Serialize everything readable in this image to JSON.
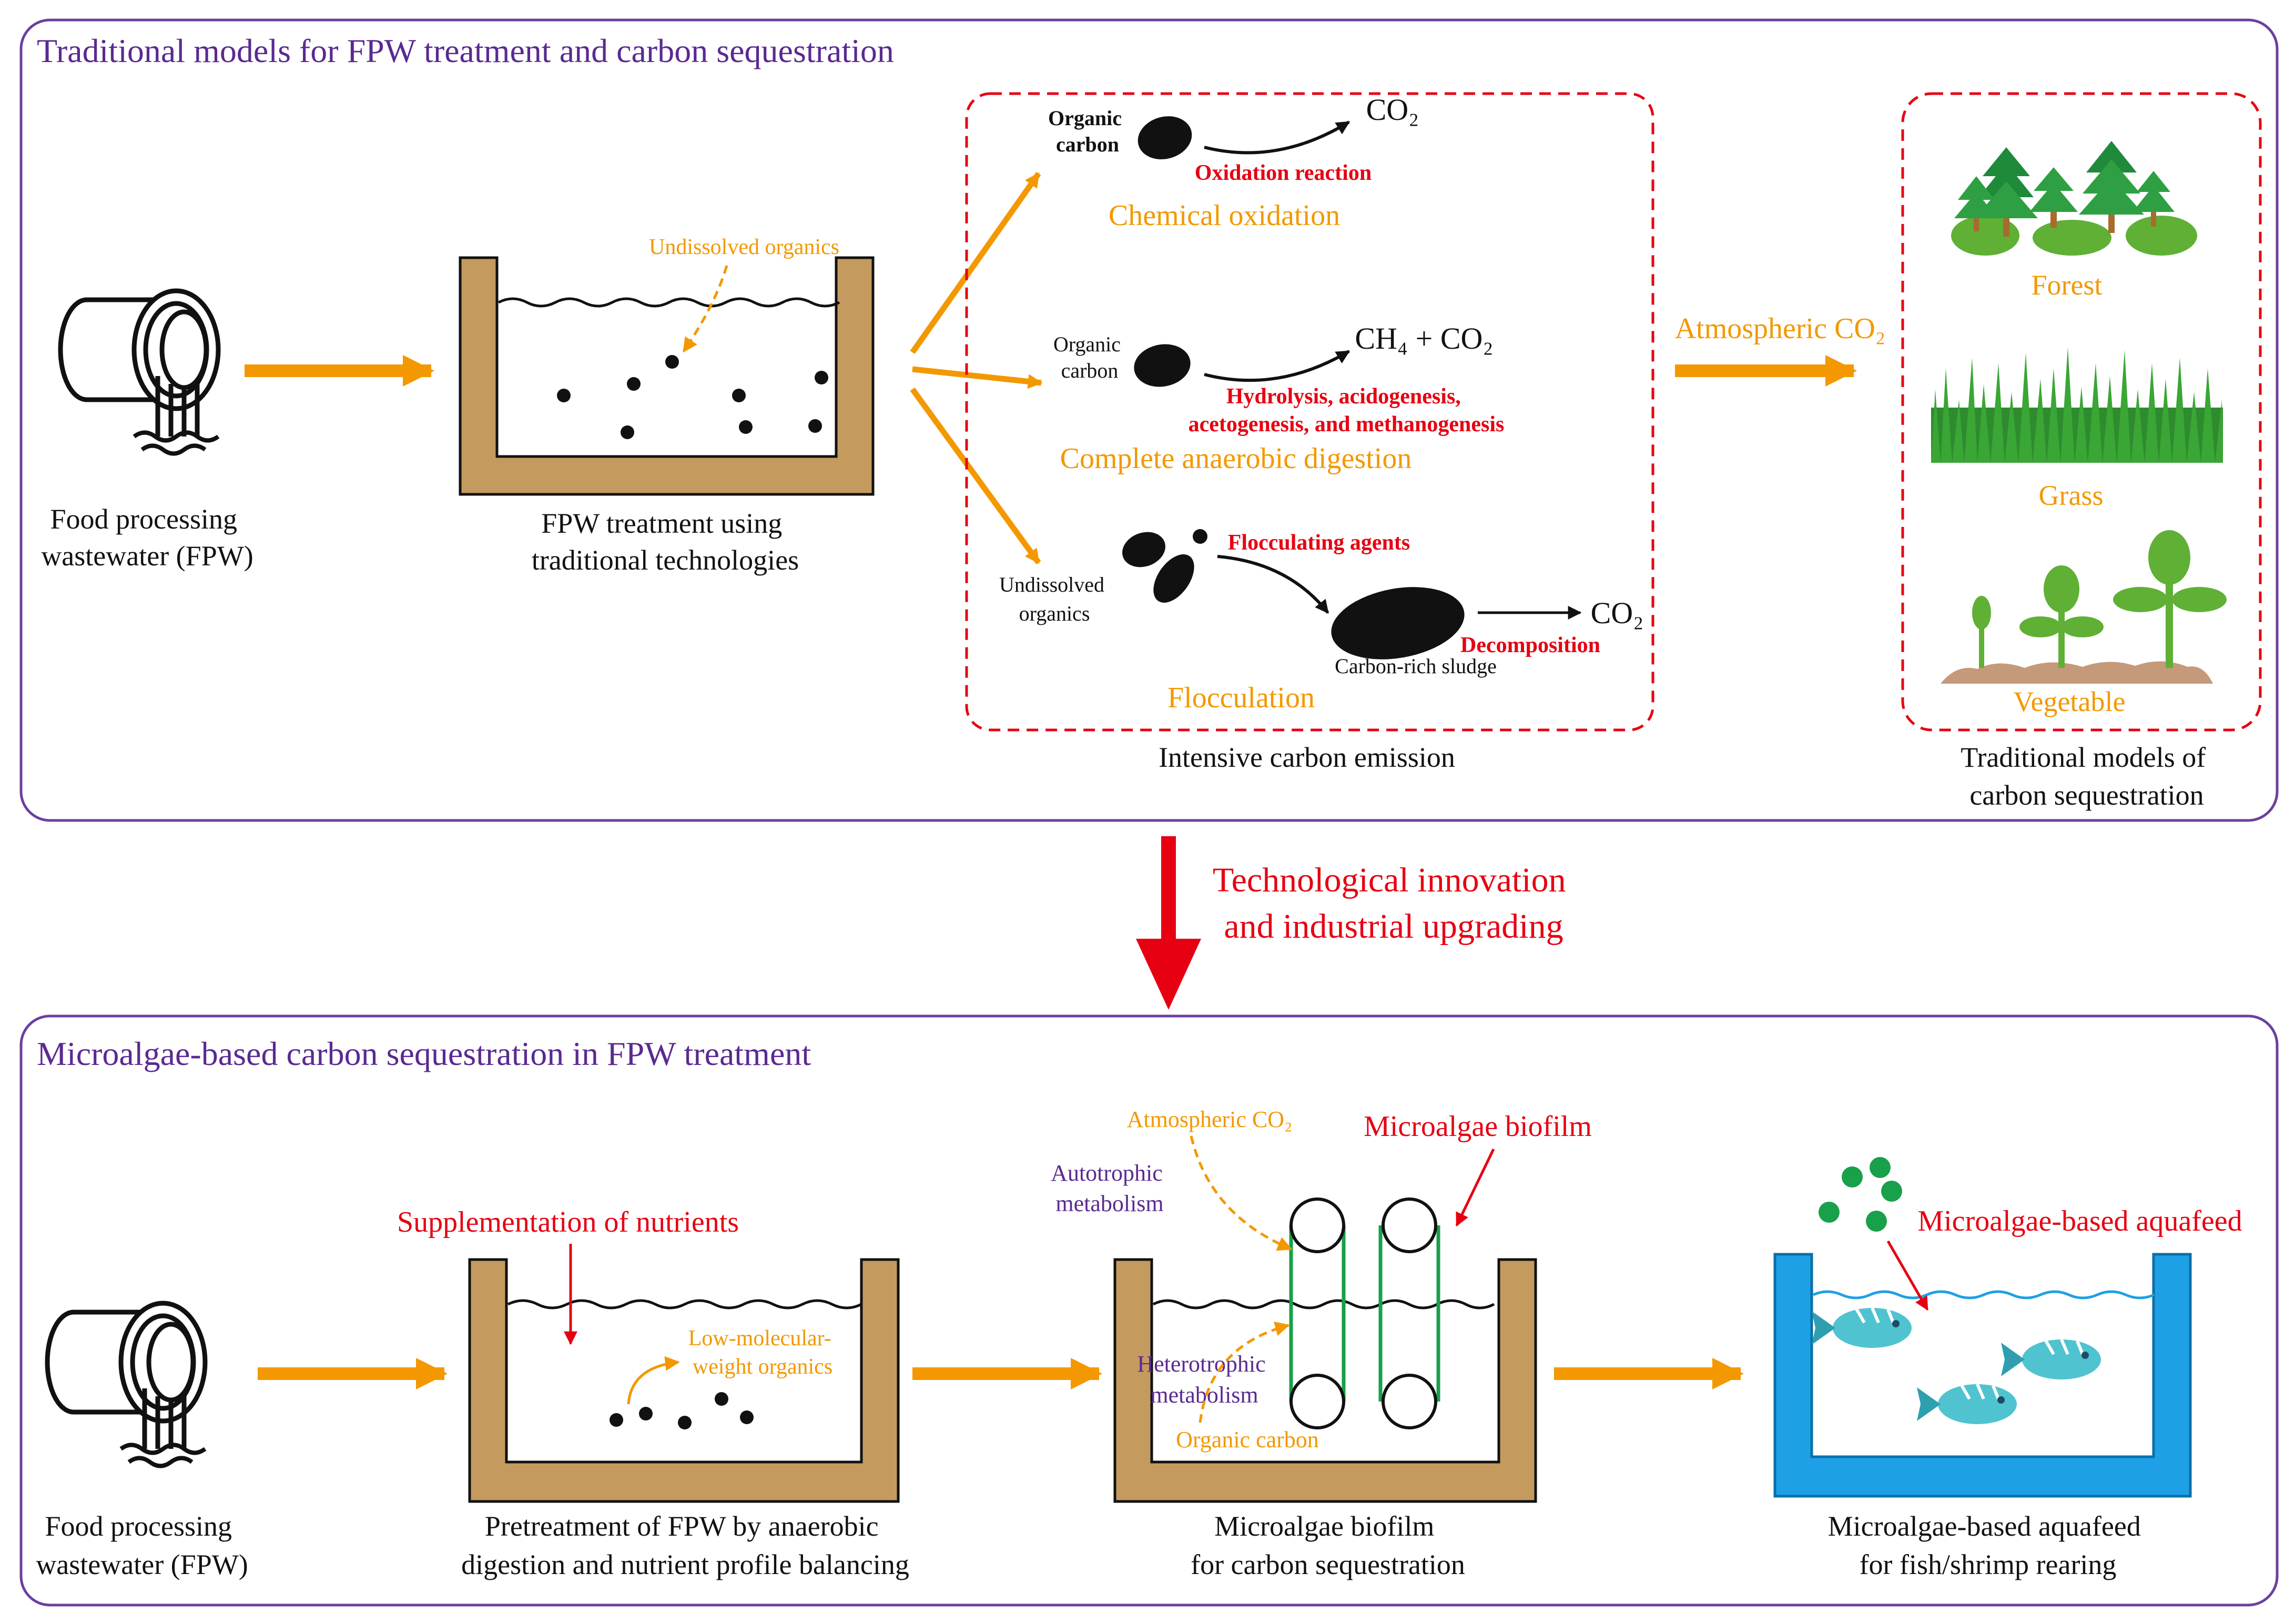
{
  "colors": {
    "frame": "#6b3fa0",
    "accent_orange": "#f39800",
    "accent_red": "#e60012",
    "title_purple": "#5a2a91",
    "tank_brown": "#c49a5e",
    "tank_blue": "#1ea0e6",
    "algae_green": "#18a04a"
  },
  "top": {
    "title": "Traditional models for FPW treatment and carbon sequestration",
    "pipe_caption": [
      "Food processing",
      "wastewater (FPW)"
    ],
    "tank_caption": [
      "FPW treatment using",
      "traditional technologies"
    ],
    "undissolved_label": "Undissolved organics",
    "emission": {
      "caption": "Intensive carbon emission",
      "chem": {
        "organic": [
          "Organic",
          "carbon"
        ],
        "product": "CO₂",
        "reaction": "Oxidation reaction",
        "title": "Chemical oxidation"
      },
      "anaerobic": {
        "organic": [
          "Organic",
          "carbon"
        ],
        "product": "CH₄ + CO₂",
        "reaction": [
          "Hydrolysis, acidogenesis,",
          "acetogenesis, and methanogenesis"
        ],
        "title": "Complete anaerobic digestion"
      },
      "floc": {
        "organic": [
          "Undissolved",
          "organics"
        ],
        "agents": "Flocculating agents",
        "sludge": "Carbon-rich sludge",
        "decomposition": "Decomposition",
        "product": "CO₂",
        "title": "Flocculation"
      }
    },
    "atmospheric": "Atmospheric CO₂",
    "sequestration": {
      "forest": "Forest",
      "grass": "Grass",
      "vegetable": "Vegetable",
      "caption": [
        "Traditional models of",
        "carbon sequestration"
      ]
    }
  },
  "innovation": [
    "Technological innovation",
    "and industrial upgrading"
  ],
  "bottom": {
    "title": "Microalgae-based carbon sequestration in FPW treatment",
    "pipe_caption": [
      "Food processing",
      "wastewater (FPW)"
    ],
    "pretreatment": {
      "supplement": "Supplementation of nutrients",
      "low_mw": [
        "Low-molecular-",
        "weight organics"
      ],
      "caption": [
        "Pretreatment of FPW by anaerobic",
        "digestion and nutrient profile balancing"
      ]
    },
    "biofilm": {
      "atmospheric": "Atmospheric CO₂",
      "label": "Microalgae biofilm",
      "autotrophic": [
        "Autotrophic",
        "metabolism"
      ],
      "heterotrophic": [
        "Heterotrophic",
        "metabolism"
      ],
      "organic_carbon": "Organic carbon",
      "caption": [
        "Microalgae biofilm",
        "for carbon sequestration"
      ]
    },
    "aquafeed": {
      "label": "Microalgae-based aquafeed",
      "caption": [
        "Microalgae-based aquafeed",
        "for fish/shrimp rearing"
      ]
    }
  }
}
